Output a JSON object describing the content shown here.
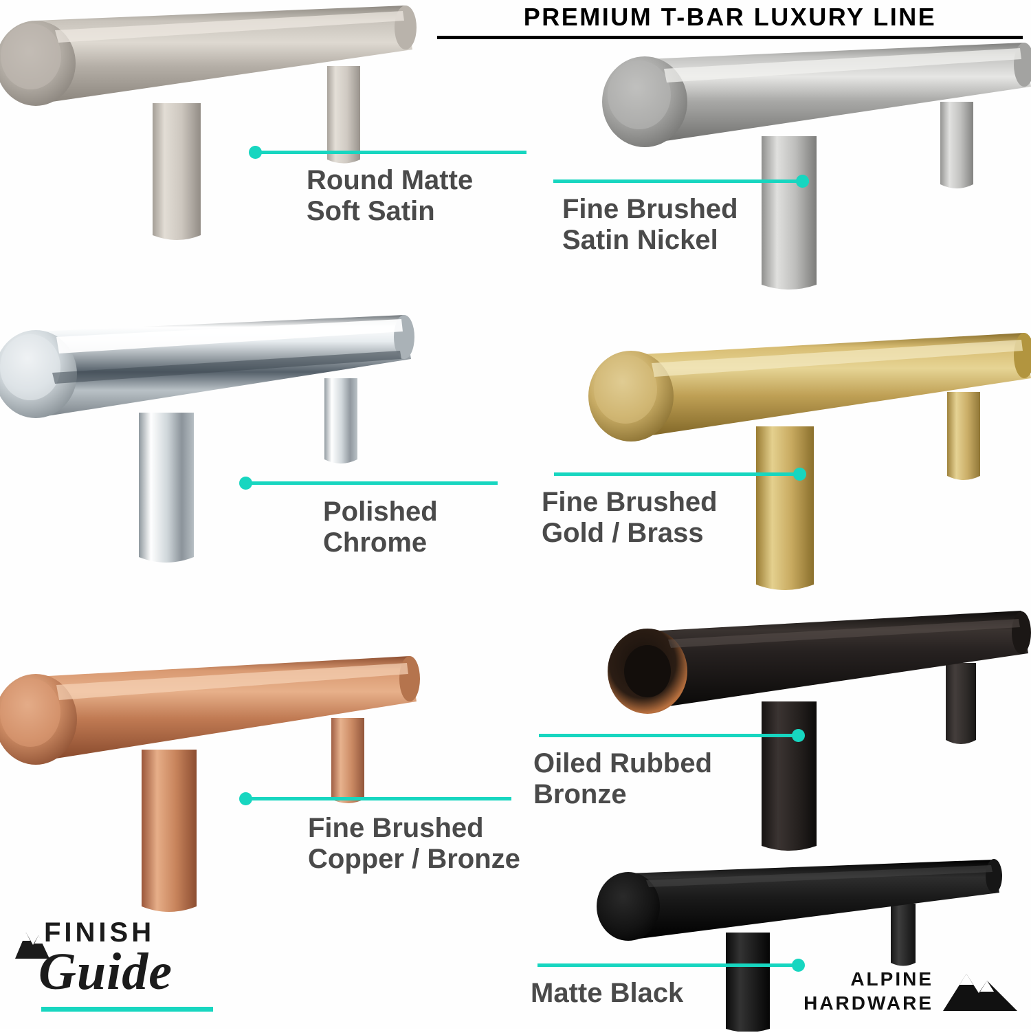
{
  "header": {
    "title": "PREMIUM T-BAR LUXURY LINE"
  },
  "callouts": [
    {
      "id": "round-matte-soft-satin",
      "label": "Round Matte\nSoft Satin",
      "finish_color": "#b8b2aa",
      "leader_color": "#17d6c0"
    },
    {
      "id": "fine-brushed-satin-nickel",
      "label": "Fine Brushed\nSatin Nickel",
      "finish_color": "#a8a8a6",
      "leader_color": "#17d6c0"
    },
    {
      "id": "polished-chrome",
      "label": "Polished\nChrome",
      "finish_color": "#d9dee1",
      "leader_color": "#17d6c0"
    },
    {
      "id": "fine-brushed-gold-brass",
      "label": "Fine Brushed\nGold / Brass",
      "finish_color": "#c5a75a",
      "leader_color": "#17d6c0"
    },
    {
      "id": "fine-brushed-copper-bronze",
      "label": "Fine Brushed\nCopper / Bronze",
      "finish_color": "#c27e5c",
      "leader_color": "#17d6c0"
    },
    {
      "id": "oiled-rubbed-bronze",
      "label": "Oiled Rubbed\nBronze",
      "finish_color": "#1a1613",
      "leader_color": "#17d6c0"
    },
    {
      "id": "matte-black",
      "label": "Matte Black",
      "finish_color": "#111111",
      "leader_color": "#17d6c0"
    }
  ],
  "logos": {
    "finish_guide": {
      "line1": "FINISH",
      "line2": "Guide",
      "accent_color": "#17d6c0"
    },
    "alpine": {
      "line1": "ALPINE",
      "line2": "HARDWARE"
    }
  }
}
